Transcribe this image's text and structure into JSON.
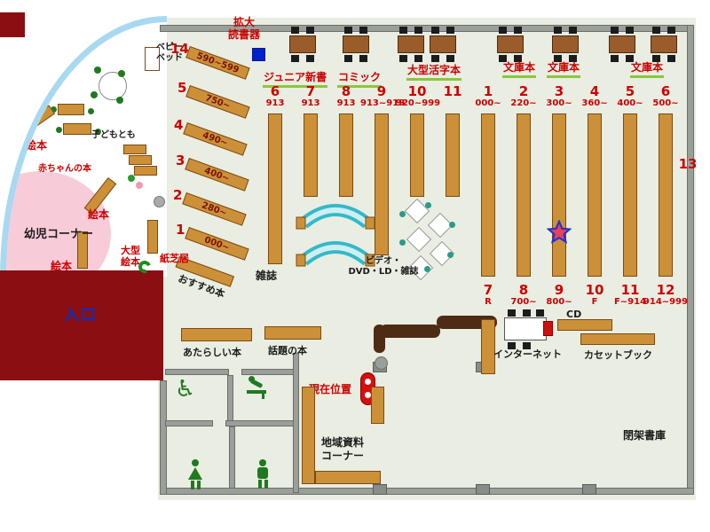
{
  "top": {
    "magnifier": {
      "l1": "拡大",
      "l2": "読書器"
    },
    "junior": "ジュニア新書",
    "comic": "コミック",
    "large_print": "大型活字本",
    "bunko1": "文庫本",
    "bunko2": "文庫本",
    "bunko3": "文庫本"
  },
  "groupA": [
    {
      "num": "6",
      "range": "913"
    },
    {
      "num": "7",
      "range": "913"
    },
    {
      "num": "8",
      "range": "913"
    },
    {
      "num": "9",
      "range": "913~919"
    },
    {
      "num": "10",
      "range": "920~999"
    },
    {
      "num": "11",
      "range": ""
    }
  ],
  "groupB_top": [
    {
      "num": "1",
      "range": "000~"
    },
    {
      "num": "2",
      "range": "220~"
    },
    {
      "num": "3",
      "range": "300~"
    },
    {
      "num": "4",
      "range": "360~"
    },
    {
      "num": "5",
      "range": "400~"
    },
    {
      "num": "6",
      "range": "500~"
    }
  ],
  "groupB_bottom": [
    {
      "num": "7",
      "range": "R"
    },
    {
      "num": "8",
      "range": "700~"
    },
    {
      "num": "9",
      "range": "800~"
    },
    {
      "num": "10",
      "range": "F"
    },
    {
      "num": "11",
      "range": "F~914"
    },
    {
      "num": "12",
      "range": "914~999"
    }
  ],
  "right_num": "13",
  "diagonal": [
    {
      "num": "14",
      "range": "590~599"
    },
    {
      "num": "5",
      "range": "750~"
    },
    {
      "num": "4",
      "range": "490~"
    },
    {
      "num": "3",
      "range": "400~"
    },
    {
      "num": "2",
      "range": "280~"
    },
    {
      "num": "1",
      "range": "000~"
    }
  ],
  "center": {
    "magazines": "雑誌",
    "video1": "ビデオ・",
    "video2": "DVD・LD・雑誌",
    "recommended": "おすすめ本"
  },
  "children": {
    "baby_bed1": "ベビー",
    "baby_bed2": "ベッド",
    "kodomotomo": "子どもとも",
    "baby_books": "赤ちゃんの本",
    "ehon1": "絵本",
    "ehon2": "絵本",
    "ehon3": "絵本",
    "infant_corner": "幼児コーナー",
    "large_ehon1": "大型",
    "large_ehon2": "絵本",
    "kamishibai": "紙芝居"
  },
  "entrance": "入口",
  "south": {
    "new_books": "あたらしい本",
    "topic_books": "話題の本",
    "current_position": "現在位置",
    "local1": "地域資料",
    "local2": "コーナー",
    "internet": "インターネット",
    "cd": "CD",
    "cassette": "カセットブック",
    "closed_stacks": "閉架書庫"
  }
}
